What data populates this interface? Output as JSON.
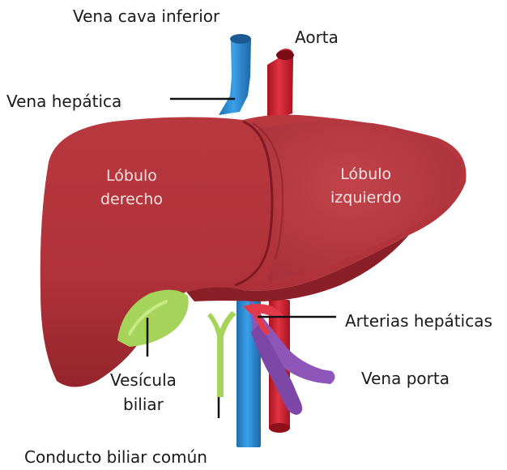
{
  "labels": {
    "vena_cava_inferior": "Vena cava inferior",
    "aorta": "Aorta",
    "vena_hepatica": "Vena hepática",
    "lobulo_derecho": {
      "line1": "Lóbulo",
      "line2": "derecho"
    },
    "lobulo_izquierdo": {
      "line1": "Lóbulo",
      "line2": "izquierdo"
    },
    "arterias_hepaticas": "Arterias hepáticas",
    "vena_porta": "Vena porta",
    "vesicula_biliar": {
      "line1": "Vesícula",
      "line2": "biliar"
    },
    "conducto_biliar_comun": "Conducto biliar común"
  },
  "colors": {
    "liver": "#b5333b",
    "liver_dark": "#8a1f27",
    "liver_light": "#c9474e",
    "vena_cava": "#2e8fd6",
    "aorta": "#d42a3a",
    "vena_porta": "#8d56b8",
    "bile": "#a6d45a",
    "leader_line": "#111111"
  }
}
